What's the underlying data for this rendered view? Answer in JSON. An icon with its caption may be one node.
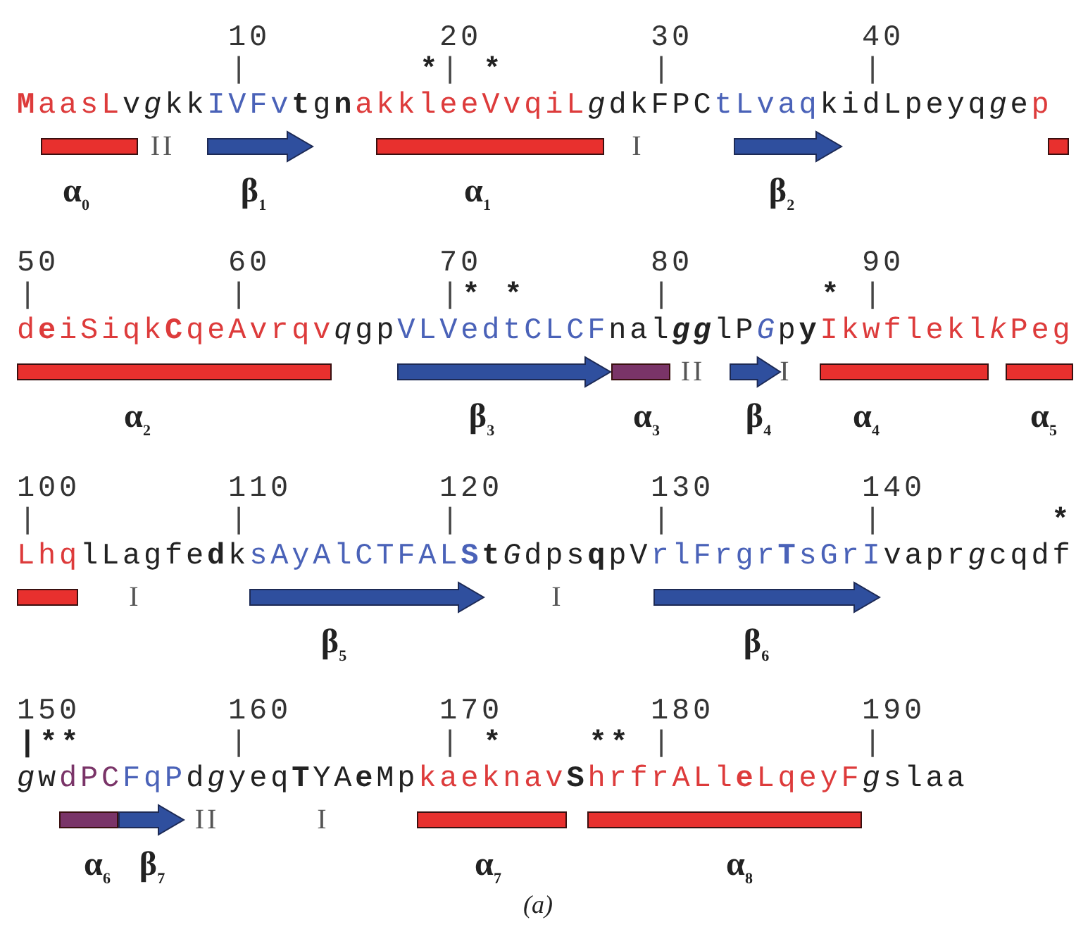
{
  "diagram": {
    "caption": "(a)",
    "nodes": [
      {
        "text": [
          "α$_{0}$"
        ]
      },
      {
        "text": [
          "β$_{1}$"
        ]
      },
      {
        "text": [
          "α$_{1}$"
        ]
      },
      {
        "text": [
          "β$_{2}$"
        ]
      },
      {
        "text": [],
        "shape": "bar"
      },
      {
        "text": [
          "α$_{2}$"
        ]
      },
      {
        "text": [
          "β$_{3}$"
        ]
      },
      {
        "text": [
          "α$_{3}$"
        ]
      },
      {
        "text": [
          "β$_{4}$"
        ]
      },
      {
        "text": [
          "α$_{4}$"
        ]
      },
      {
        "text": [
          "α$_{5}$"
        ]
      },
      {
        "text": [],
        "shape": "bar"
      },
      {
        "text": [
          "β$_{5}$"
        ]
      },
      {
        "text": [
          "β$_{6}$"
        ]
      },
      {
        "text": [
          "α$_{6}$"
        ]
      },
      {
        "text": [
          "β$_{7}$"
        ]
      },
      {
        "text": [
          "α$_{7}$"
        ]
      },
      {
        "text": [
          "α$_{8}$"
        ]
      }
    ],
    "labels": [
      "10",
      "20",
      "30",
      "40",
      "|",
      "*",
      "|",
      "*",
      "|",
      "|",
      "**M**aasL",
      "v",
      "g",
      "kk",
      "IVFv",
      "**t**g**n**",
      "akkleeVvqiL",
      "g",
      "dkFPC",
      "tLvaq",
      "kidLpeyq",
      "g",
      "e",
      "p",
      "II",
      "I",
      "50",
      "60",
      "70",
      "80",
      "90",
      "|",
      "|",
      "|",
      "* *",
      "|",
      "*",
      "|",
      "d**e**iSiqk**C**qeAvrqv",
      "q",
      "gp",
      "VLVedtCLCF",
      "nal",
      "gg",
      "lP",
      "G",
      "p**y**",
      "Ikwflekl",
      "k",
      "Peg",
      "II",
      "I",
      "100",
      "110",
      "120",
      "130",
      "140",
      "|",
      "|",
      "|",
      "|",
      "|",
      "*",
      "Lhq",
      "lLagfe**d**k",
      "sAyAlCTFAL**S**",
      "**t**",
      "G",
      "dps**q**pV",
      "rlFrgr**T**sGrI",
      "vapr",
      "g",
      "cqdf",
      "I",
      "I",
      "150",
      "160",
      "170",
      "180",
      "190",
      "|**",
      "|",
      "|",
      "*    **",
      "|",
      "|",
      "g",
      "w",
      "dPC",
      "FqP",
      "d",
      "g",
      "yeq**T**YA**e**Mp",
      "kaeknav",
      "**S**",
      "hrfrALl**e**LqeyF",
      "g",
      "slaa",
      "II",
      "I"
    ]
  }
}
